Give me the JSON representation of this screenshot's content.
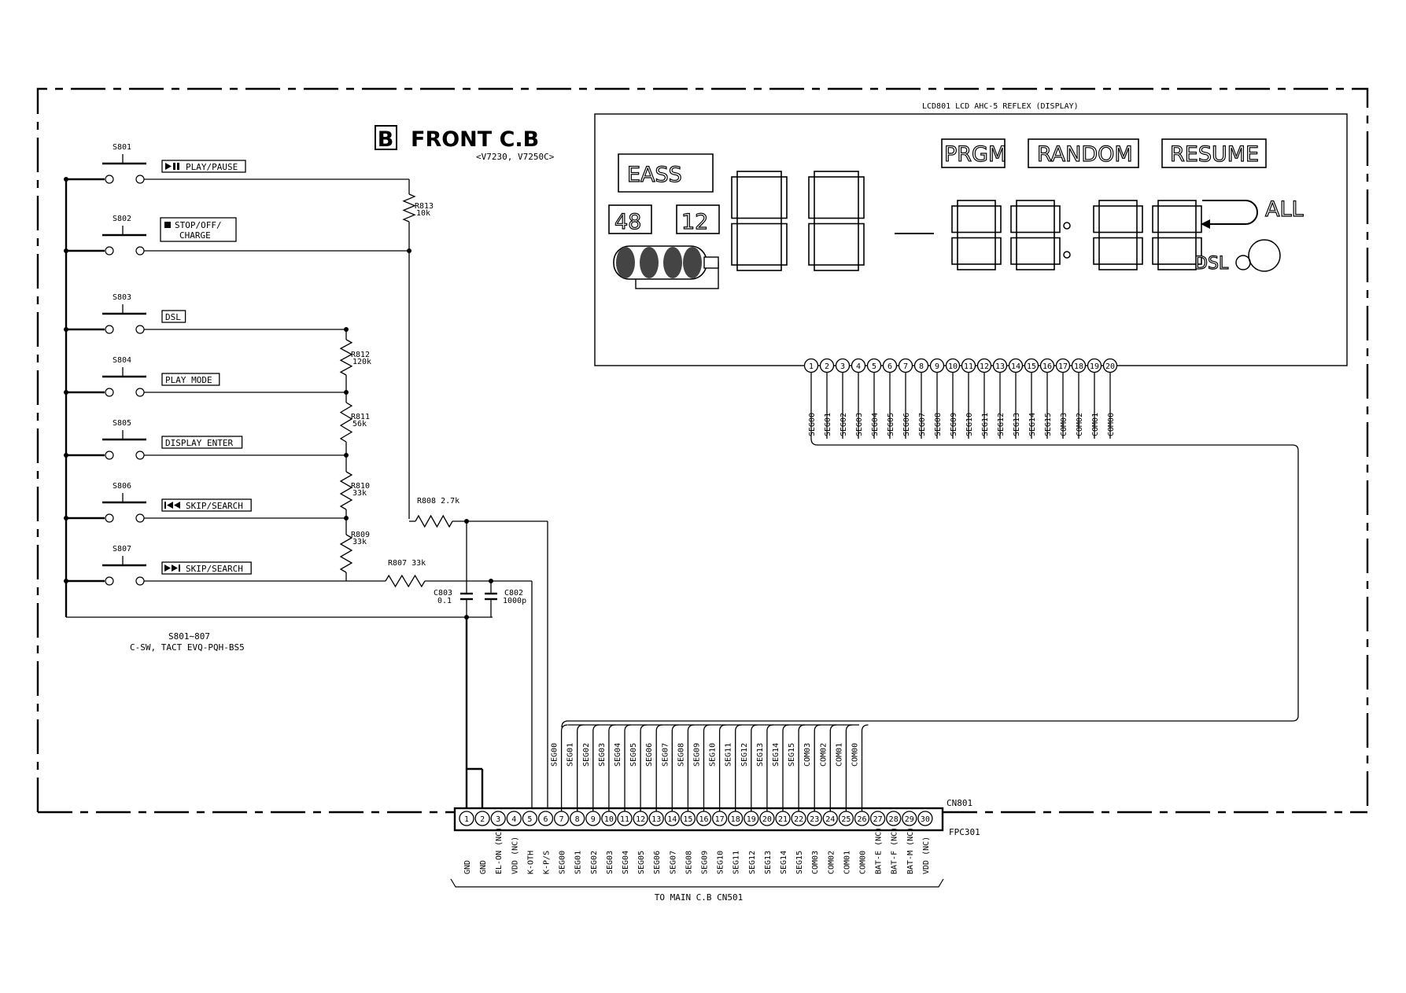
{
  "board": {
    "letter": "B",
    "title": "FRONT C.B",
    "models": "<V7230, V7250C>"
  },
  "lcd": {
    "label": "LCD801 LCD AHC-5 REFLEX (DISPLAY)",
    "indicators": {
      "eass": "EASS",
      "n48": "48",
      "n12": "12",
      "prgm": "PRGM",
      "random": "RANDOM",
      "resume": "RESUME",
      "all": "ALL",
      "dsl": "DSL"
    },
    "pins": [
      "1",
      "2",
      "3",
      "4",
      "5",
      "6",
      "7",
      "8",
      "9",
      "10",
      "11",
      "12",
      "13",
      "14",
      "15",
      "16",
      "17",
      "18",
      "19",
      "20"
    ],
    "signals": [
      "SEG00",
      "SEG01",
      "SEG02",
      "SEG03",
      "SEG04",
      "SEG05",
      "SEG06",
      "SEG07",
      "SEG08",
      "SEG09",
      "SEG10",
      "SEG11",
      "SEG12",
      "SEG13",
      "SEG14",
      "SEG15",
      "COM03",
      "COM02",
      "COM01",
      "COM00"
    ]
  },
  "switches": [
    {
      "ref": "S801",
      "label": "PLAY/PAUSE",
      "icon": "play-pause-icon"
    },
    {
      "ref": "S802",
      "label_line1": "STOP/OFF/",
      "label_line2": "CHARGE",
      "icon": "stop-icon"
    },
    {
      "ref": "S803",
      "label": "DSL"
    },
    {
      "ref": "S804",
      "label": "PLAY MODE"
    },
    {
      "ref": "S805",
      "label": "DISPLAY ENTER"
    },
    {
      "ref": "S806",
      "label": "SKIP/SEARCH",
      "icon": "skip-back-icon"
    },
    {
      "ref": "S807",
      "label": "SKIP/SEARCH",
      "icon": "skip-forward-icon"
    }
  ],
  "switch_note": {
    "line1": "S801∼807",
    "line2": "C-SW, TACT EVQ-PQH-BS5"
  },
  "resistors": [
    {
      "ref": "R813",
      "value": "10k"
    },
    {
      "ref": "R812",
      "value": "120k"
    },
    {
      "ref": "R811",
      "value": "56k"
    },
    {
      "ref": "R810",
      "value": "33k"
    },
    {
      "ref": "R809",
      "value": "33k"
    },
    {
      "ref": "R808",
      "value": "2.7k"
    },
    {
      "ref": "R807",
      "value": "33k"
    }
  ],
  "capacitors": [
    {
      "ref": "C803",
      "value": "0.1"
    },
    {
      "ref": "C802",
      "value": "1000p"
    }
  ],
  "connector": {
    "ref": "CN801",
    "cable": "FPC301",
    "destination": "TO MAIN C.B CN501",
    "pins": [
      "1",
      "2",
      "3",
      "4",
      "5",
      "6",
      "7",
      "8",
      "9",
      "10",
      "11",
      "12",
      "13",
      "14",
      "15",
      "16",
      "17",
      "18",
      "19",
      "20",
      "21",
      "22",
      "23",
      "24",
      "25",
      "26",
      "27",
      "28",
      "29",
      "30"
    ],
    "signals": [
      "GND",
      "GND",
      "EL-ON (NC)",
      "VDD (NC)",
      "K-OTH",
      "K-P/S",
      "SEG00",
      "SEG01",
      "SEG02",
      "SEG03",
      "SEG04",
      "SEG05",
      "SEG06",
      "SEG07",
      "SEG08",
      "SEG09",
      "SEG10",
      "SEG11",
      "SEG12",
      "SEG13",
      "SEG14",
      "SEG15",
      "COM03",
      "COM02",
      "COM01",
      "COM00",
      "BAT-E (NC)",
      "BAT-F (NC)",
      "BAT-M (NC)",
      "VDD (NC)"
    ],
    "inner_signals": [
      "SEG00",
      "SEG01",
      "SEG02",
      "SEG03",
      "SEG04",
      "SEG05",
      "SEG06",
      "SEG07",
      "SEG08",
      "SEG09",
      "SEG10",
      "SEG11",
      "SEG12",
      "SEG13",
      "SEG14",
      "SEG15",
      "COM03",
      "COM02",
      "COM01",
      "COM00"
    ]
  }
}
